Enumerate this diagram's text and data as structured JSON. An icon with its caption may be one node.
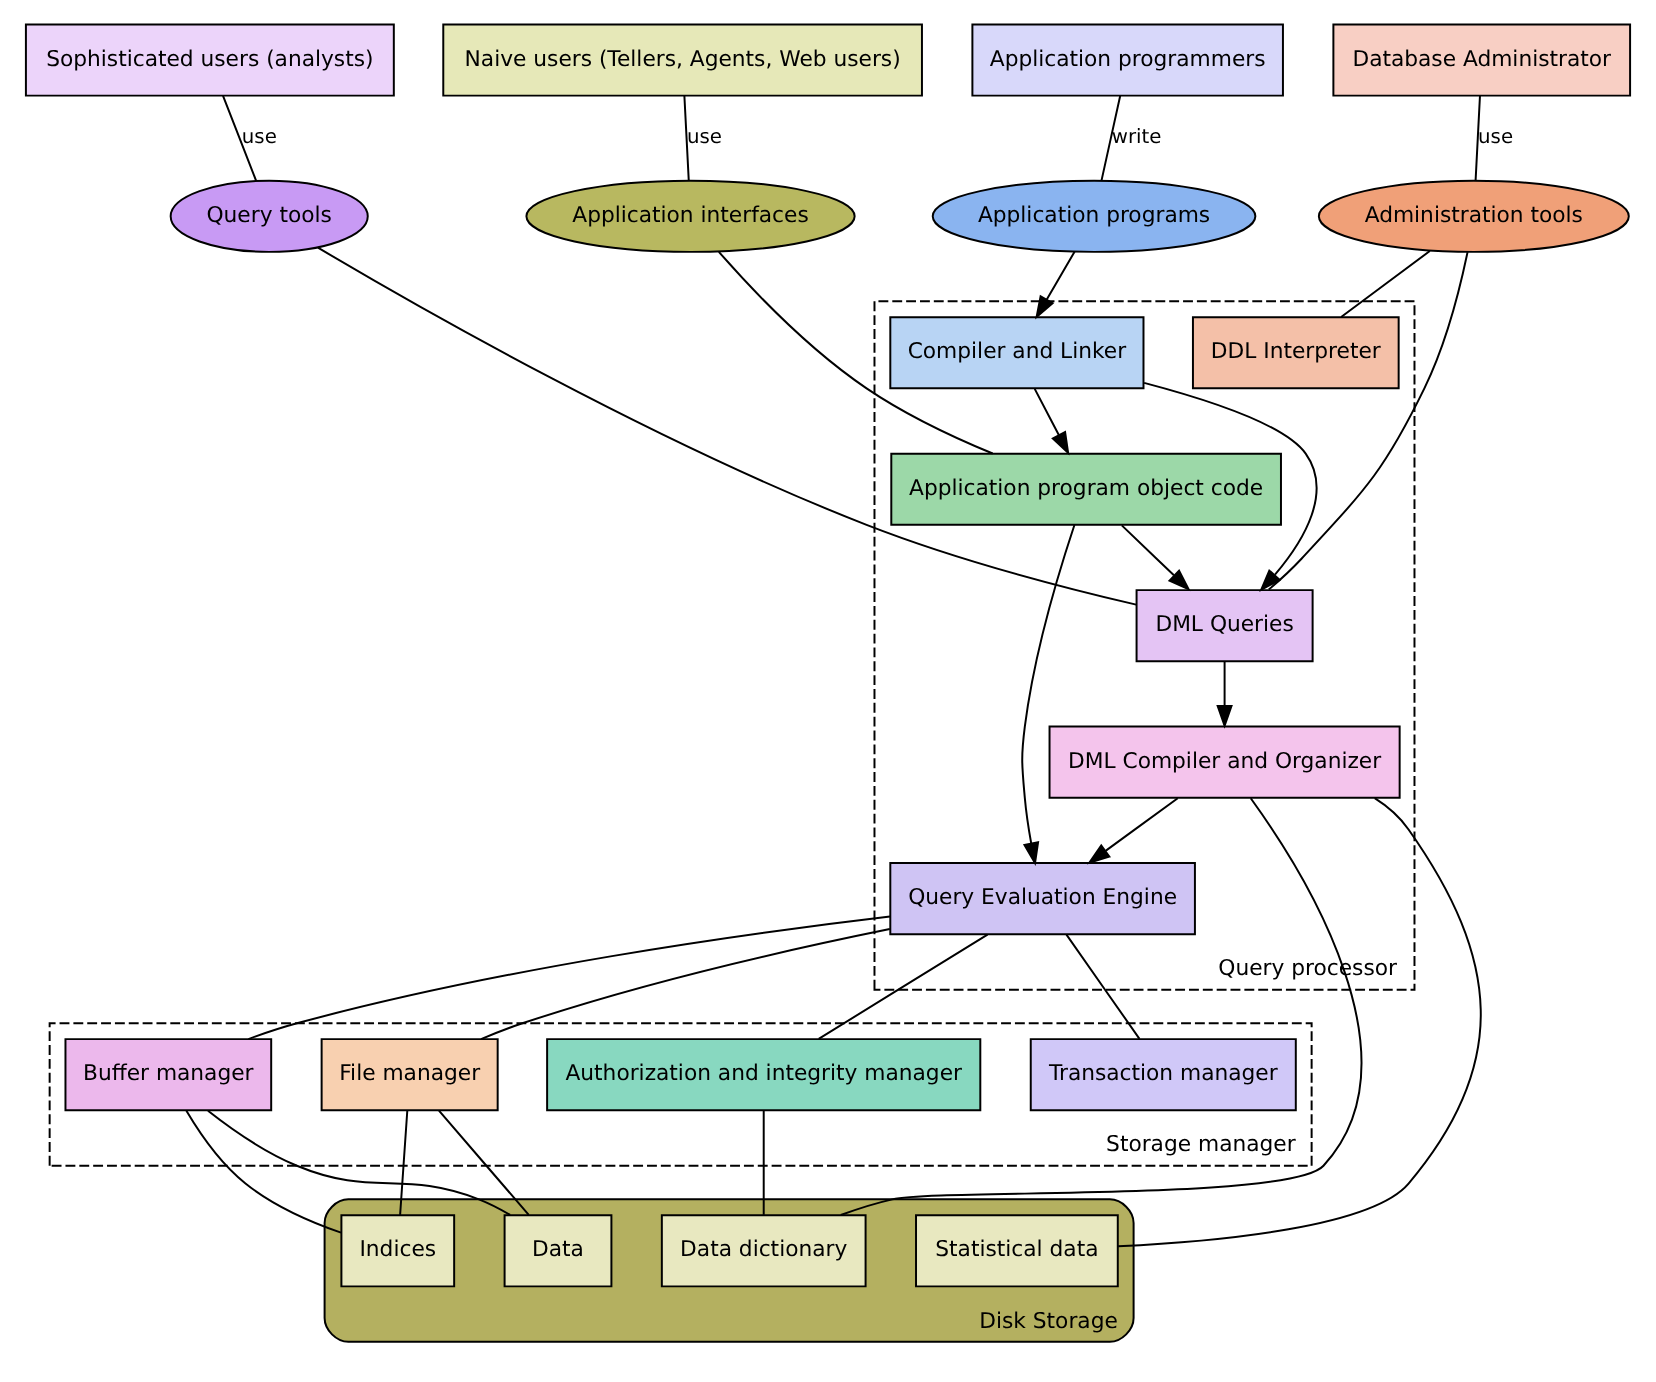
{
  "diagram": {
    "nodes": [
      {
        "text": [
          "Naive users (Tellers, Agents, Web users)"
        ]
      },
      {
        "text": [
          "Application programmers"
        ]
      },
      {
        "text": [
          "Sophisticated users (analysts)"
        ]
      },
      {
        "text": [
          "Database Administrator"
        ]
      },
      {
        "text": [
          "Application interfaces"
        ]
      },
      {
        "text": [
          "Application programs"
        ]
      },
      {
        "text": [
          "Query tools"
        ]
      },
      {
        "text": [
          "Administration tools"
        ]
      },
      {
        "text": [
          "Query processor"
        ]
      },
      {
        "text": [
          "Compiler and Linker"
        ],
        "in": 8
      },
      {
        "text": [
          "DML Queries"
        ],
        "in": 8
      },
      {
        "text": [
          "DDL Interpreter"
        ],
        "in": 8
      },
      {
        "text": [
          "Application program object code"
        ],
        "in": 8
      },
      {
        "text": [
          "DML Compiler and Organizer"
        ],
        "in": 8
      },
      {
        "text": [
          "Query Evaluation Engine"
        ],
        "in": 8
      },
      {
        "text": [
          "Storage manager"
        ]
      },
      {
        "text": [
          "Buffer manager"
        ],
        "in": 15
      },
      {
        "text": [
          "File manager"
        ],
        "in": 15
      },
      {
        "text": [
          "Authorization and integrity manager"
        ],
        "in": 15
      },
      {
        "text": [
          "Transaction manager"
        ],
        "in": 15
      },
      {
        "text": [
          "Disk Storage"
        ]
      },
      {
        "text": [
          "Indices"
        ],
        "in": 20
      },
      {
        "text": [
          "Data dictionary"
        ],
        "in": 20
      },
      {
        "text": [
          "Data"
        ],
        "in": 20
      },
      {
        "text": [
          "Statistical data"
        ],
        "in": 20
      }
    ],
    "edges": [
      {
        "from": 0,
        "to": 4,
        "arrow": "none",
        "label": "use"
      },
      {
        "from": 1,
        "to": 5,
        "arrow": "none",
        "label": "write"
      },
      {
        "from": 2,
        "to": 6,
        "arrow": "none",
        "label": "use"
      },
      {
        "from": 3,
        "to": 7,
        "arrow": "none",
        "label": "use"
      },
      {
        "from": 4,
        "to": 12,
        "arrow": "none"
      },
      {
        "from": 5,
        "to": 9,
        "arrow": "to"
      },
      {
        "from": 6,
        "to": 10,
        "arrow": "none"
      },
      {
        "from": 7,
        "to": 10,
        "arrow": "none"
      },
      {
        "from": 7,
        "to": 11,
        "arrow": "none"
      },
      {
        "from": 9,
        "to": 12,
        "arrow": "to"
      },
      {
        "from": 9,
        "to": 10,
        "arrow": "to"
      },
      {
        "from": 12,
        "to": 10,
        "arrow": "to"
      },
      {
        "from": 12,
        "to": 14,
        "arrow": "to"
      },
      {
        "from": 10,
        "to": 13,
        "arrow": "to"
      },
      {
        "from": 13,
        "to": 14,
        "arrow": "to"
      },
      {
        "from": 13,
        "to": 22,
        "arrow": "none"
      },
      {
        "from": 13,
        "to": 24,
        "arrow": "none"
      },
      {
        "from": 14,
        "to": 16,
        "arrow": "none"
      },
      {
        "from": 14,
        "to": 17,
        "arrow": "none"
      },
      {
        "from": 14,
        "to": 18,
        "arrow": "none"
      },
      {
        "from": 14,
        "to": 19,
        "arrow": "none"
      },
      {
        "from": 16,
        "to": 21,
        "arrow": "none"
      },
      {
        "from": 16,
        "to": 23,
        "arrow": "none"
      },
      {
        "from": 17,
        "to": 21,
        "arrow": "none"
      },
      {
        "from": 17,
        "to": 23,
        "arrow": "none"
      },
      {
        "from": 18,
        "to": 22,
        "arrow": "none"
      }
    ]
  }
}
